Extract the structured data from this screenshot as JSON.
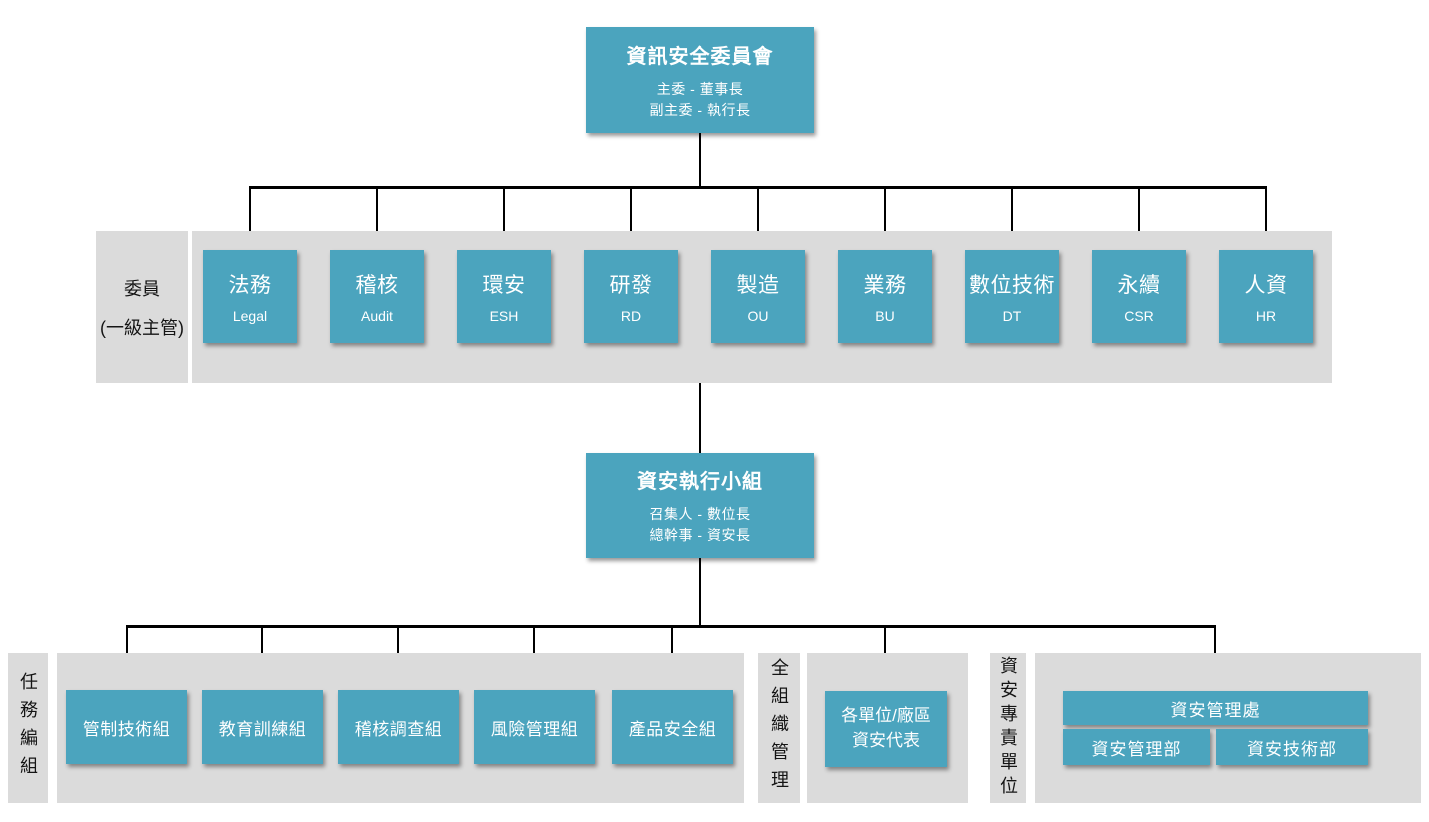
{
  "colors": {
    "node_fill": "#4BA4BE",
    "band_fill": "#DBDBDB",
    "connector": "#000000",
    "node_text": "#FFFFFF",
    "label_text": "#141414"
  },
  "top_box": {
    "title": "資訊安全委員會",
    "line1": "主委 - 董事長",
    "line2": "副主委 - 執行長"
  },
  "committee_row": {
    "label_line1": "委員",
    "label_line2": "(一級主管)",
    "members": [
      {
        "zh": "法務",
        "en": "Legal"
      },
      {
        "zh": "稽核",
        "en": "Audit"
      },
      {
        "zh": "環安",
        "en": "ESH"
      },
      {
        "zh": "研發",
        "en": "RD"
      },
      {
        "zh": "製造",
        "en": "OU"
      },
      {
        "zh": "業務",
        "en": "BU"
      },
      {
        "zh": "數位技術",
        "en": "DT"
      },
      {
        "zh": "永續",
        "en": "CSR"
      },
      {
        "zh": "人資",
        "en": "HR"
      }
    ]
  },
  "exec_box": {
    "title": "資安執行小組",
    "line1": "召集人 - 數位長",
    "line2": "總幹事 - 資安長"
  },
  "bottom": {
    "task_section": {
      "label": "任務編組",
      "teams": [
        "管制技術組",
        "教育訓練組",
        "稽核調查組",
        "風險管理組",
        "產品安全組"
      ]
    },
    "orgwide_section": {
      "label": "全組織管理",
      "rep_line1": "各單位/廠區",
      "rep_line2": "資安代表"
    },
    "dedicated_section": {
      "label": "資安專責單位",
      "office": "資安管理處",
      "dept1": "資安管理部",
      "dept2": "資安技術部"
    }
  }
}
